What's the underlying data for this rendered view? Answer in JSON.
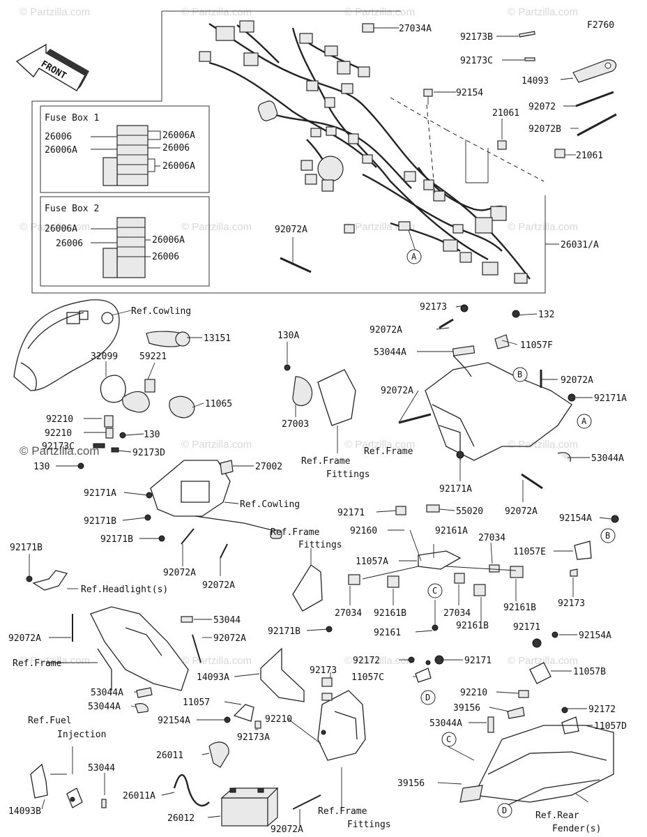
{
  "figure_id": "F2760",
  "front_arrow_label": "FRONT",
  "watermark": "© Partzilla.com",
  "fuse_box_1": {
    "title": "Fuse Box 1",
    "labels": [
      "26006",
      "26006A",
      "26006A",
      "26006",
      "26006A"
    ]
  },
  "fuse_box_2": {
    "title": "Fuse Box 2",
    "labels": [
      "26006A",
      "26006",
      "26006A",
      "26006"
    ]
  },
  "callouts": [
    "A",
    "A",
    "B",
    "B",
    "C",
    "C",
    "D",
    "D"
  ],
  "labels": [
    "27034A",
    "92173B",
    "92173C",
    "14093",
    "92154",
    "92072",
    "92072B",
    "21061",
    "21061",
    "92072A",
    "26031/A",
    "Ref.Cowling",
    "13151",
    "32099",
    "59221",
    "11065",
    "92210",
    "92210",
    "130",
    "92173D",
    "92173C",
    "130",
    "130A",
    "27003",
    "Ref.Frame",
    "Fittings",
    "92173",
    "92072A",
    "132",
    "11057F",
    "53044A",
    "92072A",
    "92072A",
    "92171A",
    "Ref.Frame",
    "53044A",
    "92171A",
    "92072A",
    "27002",
    "92171A",
    "Ref.Cowling",
    "92171B",
    "92171B",
    "92072A",
    "92072A",
    "92171B",
    "Ref.Headlight(s)",
    "Ref.Frame",
    "Fittings",
    "92171B",
    "92171",
    "55020",
    "92160",
    "92161A",
    "27034",
    "11057A",
    "27034",
    "92161B",
    "27034",
    "92161B",
    "92161B",
    "92161",
    "92154A",
    "11057E",
    "92173",
    "53044",
    "92072A",
    "92072A",
    "Ref.Frame",
    "53044A",
    "53044A",
    "14093A",
    "92173",
    "11057",
    "92154A",
    "92173A",
    "92210",
    "92172",
    "92171",
    "11057C",
    "92171",
    "92154A",
    "11057B",
    "92210",
    "39156",
    "92172",
    "53044A",
    "11057D",
    "Ref.Fuel",
    "Injection",
    "53044",
    "14093B",
    "26011",
    "26011A",
    "26012",
    "Ref.Frame",
    "Fittings",
    "92072A",
    "39156",
    "Ref.Rear",
    "Fender(s)"
  ]
}
